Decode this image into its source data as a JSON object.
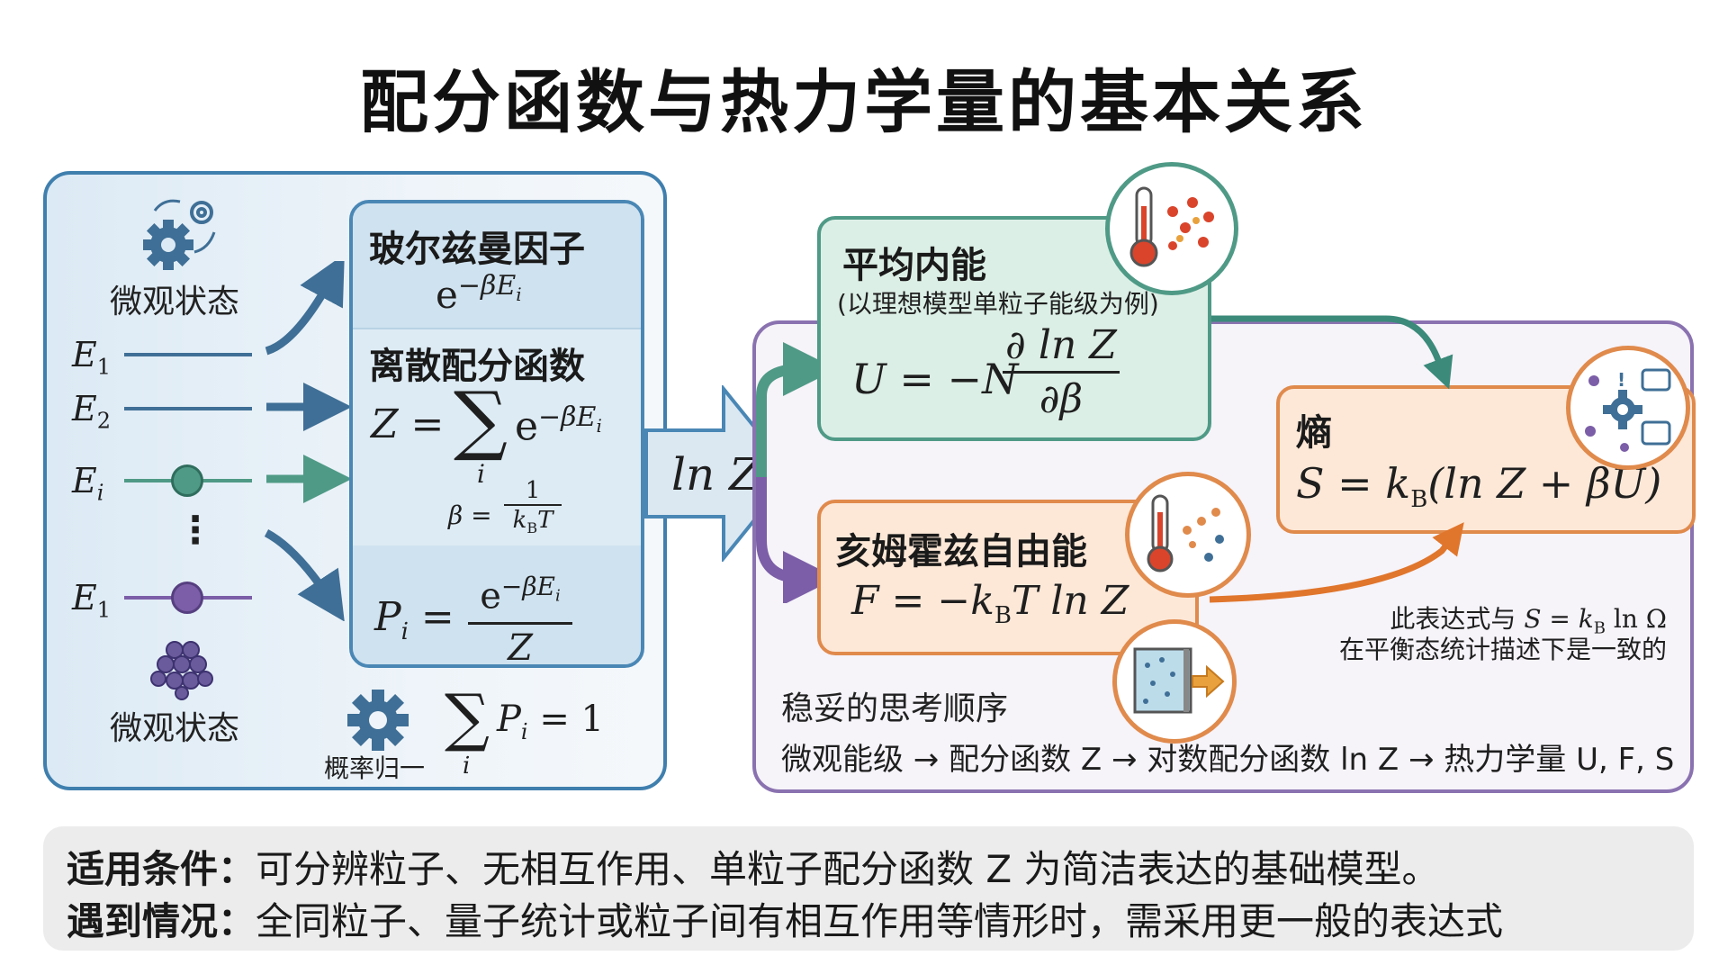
{
  "title": "配分函数与热力学量的基本关系",
  "left": {
    "micro_top_label": "微观状态",
    "micro_bottom_label": "微观状态",
    "levels": [
      {
        "sym": "E",
        "sub": "1",
        "color": "#3f6f96"
      },
      {
        "sym": "E",
        "sub": "2",
        "color": "#3f6f96"
      },
      {
        "sym": "E",
        "sub": "i",
        "color": "#4f9a86"
      },
      {
        "sym": "E",
        "sub": "1",
        "color": "#7b5ea7"
      }
    ],
    "dots": "⋮",
    "normalization_label": "概率归一",
    "normalization_formula": {
      "sum_sub": "i",
      "body": "P",
      "body_sub": "i",
      "rhs": " = 1"
    }
  },
  "formula_box": {
    "boltzmann_title": "玻尔兹曼因子",
    "boltzmann_formula": {
      "base": "e",
      "exp": "−βE",
      "exp_sub": "i"
    },
    "discrete_title": "离散配分函数",
    "partition_formula": {
      "lhs": "Z = ",
      "sum_sub": "i",
      "base": "e",
      "exp": "−βE",
      "exp_sub": "i"
    },
    "beta_def": {
      "lhs": "β = ",
      "num": "1",
      "den": "k",
      "den_sub": "B",
      "den_tail": "T"
    },
    "probability_formula": {
      "lhs": "P",
      "lhs_sub": "i",
      "eq": " = ",
      "num_base": "e",
      "num_exp": "−βE",
      "num_exp_sub": "i",
      "den": "Z"
    }
  },
  "big_arrow_label": "ln Z",
  "internal_energy": {
    "title": "平均内能",
    "subtitle": "(以理想模型单粒子能级为例)",
    "formula": {
      "lhs": "U = −N",
      "num": "∂ ln Z",
      "den": "∂β"
    }
  },
  "free_energy": {
    "title": "亥姆霍兹自由能",
    "formula": {
      "lhs": "F = −k",
      "sub": "B",
      "rhs": "T ln Z"
    }
  },
  "entropy": {
    "title": "熵",
    "formula": {
      "lhs": "S = k",
      "sub": "B",
      "rhs": "(ln Z + βU)"
    }
  },
  "consistency_note": {
    "line1_pre": "此表达式与 ",
    "line1_math": "S = k",
    "line1_sub": "B",
    "line1_tail": " ln Ω",
    "line2": "在平衡态统计描述下是一致的"
  },
  "order": {
    "title": "稳妥的思考顺序",
    "sequence": "微观能级 → 配分函数 Z → 对数配分函数 ln Z → 热力学量 U, F, S"
  },
  "conditions": {
    "line1_label": "适用条件：",
    "line1_text": "可分辨粒子、无相互作用、单粒子配分函数 Z 为简洁表达的基础模型。",
    "line2_label": "遇到情况：",
    "line2_text": "全同粒子、量子统计或粒子间有相互作用等情形时，需采用更一般的表达式"
  },
  "colors": {
    "blue": "#3f7fae",
    "green": "#4f9a86",
    "orange": "#e08a4c",
    "purple": "#8a72b0"
  }
}
